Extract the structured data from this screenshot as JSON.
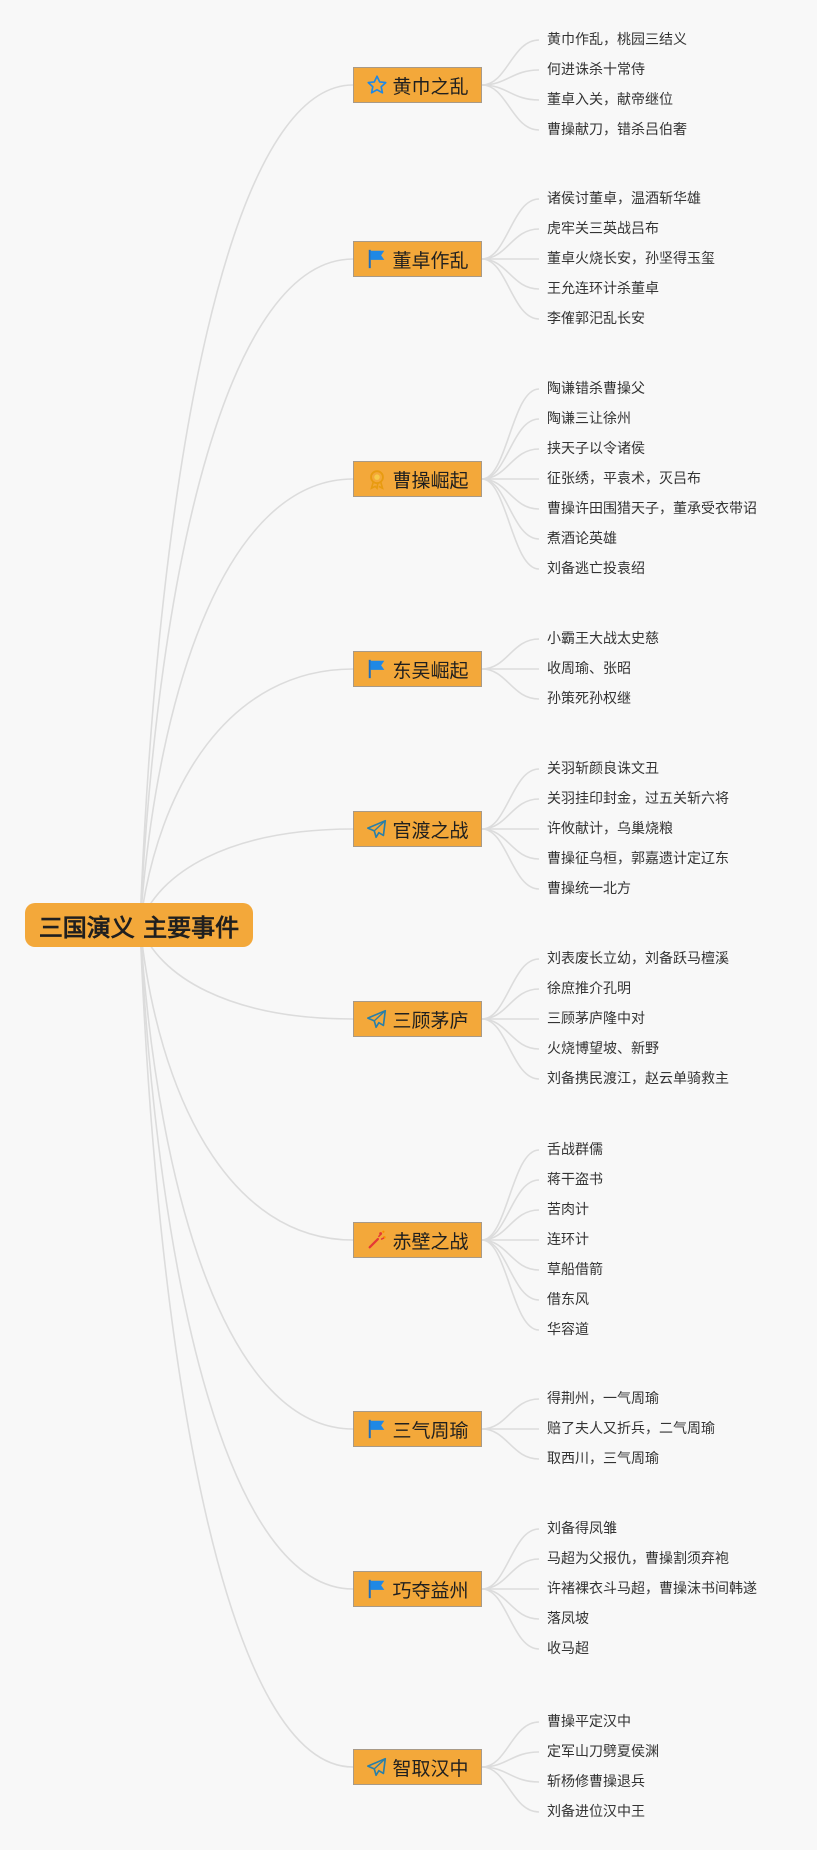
{
  "title": "三国演义 主要事件",
  "colors": {
    "node": "#f3a83a",
    "line": "#dcdcdc",
    "flag": "#1e88e5",
    "plane": "#2a7fa8"
  },
  "branches": [
    {
      "label": "黄巾之乱",
      "icon": "star-icon",
      "events": [
        "黄巾作乱，桃园三结义",
        "何进诛杀十常侍",
        "董卓入关，献帝继位",
        "曹操献刀，错杀吕伯奢"
      ]
    },
    {
      "label": "董卓作乱",
      "icon": "flag-icon",
      "events": [
        "诸侯讨董卓，温酒斩华雄",
        "虎牢关三英战吕布",
        "董卓火烧长安，孙坚得玉玺",
        "王允连环计杀董卓",
        "李傕郭汜乱长安"
      ]
    },
    {
      "label": "曹操崛起",
      "icon": "medal-icon",
      "events": [
        "陶谦错杀曹操父",
        "陶谦三让徐州",
        "挟天子以令诸侯",
        "征张绣，平袁术，灭吕布",
        "曹操许田围猎天子，董承受衣带诏",
        "煮酒论英雄",
        "刘备逃亡投袁绍"
      ]
    },
    {
      "label": "东吴崛起",
      "icon": "flag-icon",
      "events": [
        "小霸王大战太史慈",
        "收周瑜、张昭",
        "孙策死孙权继"
      ]
    },
    {
      "label": "官渡之战",
      "icon": "paper-plane-icon",
      "events": [
        "关羽斩颜良诛文丑",
        "关羽挂印封金，过五关斩六将",
        "许攸献计，乌巢烧粮",
        "曹操征乌桓，郭嘉遗计定辽东",
        "曹操统一北方"
      ]
    },
    {
      "label": "三顾茅庐",
      "icon": "paper-plane-icon",
      "events": [
        "刘表废长立幼，刘备跃马檀溪",
        "徐庶推介孔明",
        "三顾茅庐隆中对",
        "火烧博望坡、新野",
        "刘备携民渡江，赵云单骑救主"
      ]
    },
    {
      "label": "赤壁之战",
      "icon": "fireworks-icon",
      "events": [
        "舌战群儒",
        "蒋干盗书",
        "苦肉计",
        "连环计",
        "草船借箭",
        "借东风",
        "华容道"
      ]
    },
    {
      "label": "三气周瑜",
      "icon": "flag-icon",
      "events": [
        "得荆州，一气周瑜",
        "赔了夫人又折兵，二气周瑜",
        "取西川，三气周瑜"
      ]
    },
    {
      "label": "巧夺益州",
      "icon": "flag-icon",
      "events": [
        "刘备得凤雏",
        "马超为父报仇，曹操割须弃袍",
        "许褚裸衣斗马超，曹操沫书间韩遂",
        "落凤坡",
        "收马超"
      ]
    },
    {
      "label": "智取汉中",
      "icon": "paper-plane-icon",
      "events": [
        "曹操平定汉中",
        "定军山刀劈夏侯渊",
        "斩杨修曹操退兵",
        "刘备进位汉中王"
      ]
    }
  ]
}
